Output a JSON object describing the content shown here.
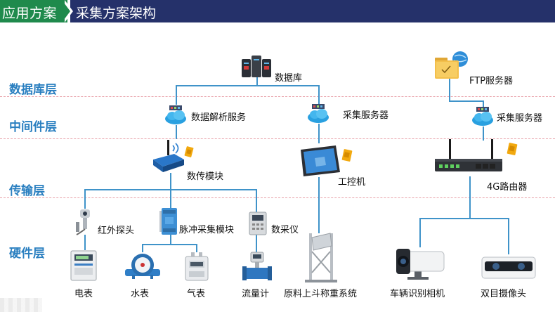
{
  "header": {
    "section": "应用方案",
    "title": "采集方案架构"
  },
  "layers": {
    "database": "数据库层",
    "middleware": "中间件层",
    "transport": "传输层",
    "hardware": "硬件层"
  },
  "nodes": {
    "database": "数据库",
    "parse_service": "数据解析服务",
    "collect_service_mid": "采集服务器",
    "ftp_server": "FTP服务器",
    "collect_service_right": "采集服务器",
    "dtu_module": "数传模块",
    "industrial_pc": "工控机",
    "router_4g": "4G路由器",
    "infrared_probe": "红外探头",
    "pulse_module": "脉冲采集模块",
    "data_collector": "数采仪",
    "electric_meter": "电表",
    "water_meter": "水表",
    "gas_meter": "气表",
    "flow_meter": "流量计",
    "weighing_system": "原料上斗称重系统",
    "vehicle_camera": "车辆识别相机",
    "binocular_camera": "双目摄像头"
  },
  "colors": {
    "header_green": "#1f8a4c",
    "header_navy": "#25316a",
    "layer_blue": "#2a7fc0",
    "connector": "#3f93c9",
    "divider": "#e8a0a8"
  }
}
